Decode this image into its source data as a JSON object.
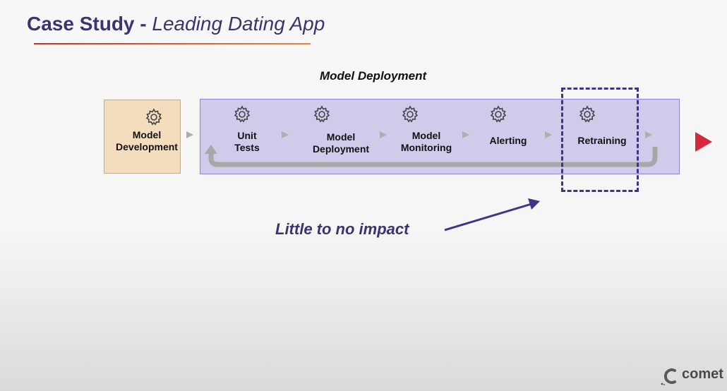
{
  "header": {
    "title_main": "Case Study",
    "title_separator": "-",
    "title_sub": "Leading Dating App",
    "underline_colors": [
      "#c33333",
      "#e08a3a"
    ]
  },
  "diagram": {
    "section_title": "Model Deployment",
    "colors": {
      "development_box": "#f3ddbc",
      "deployment_box": "#cfcceb",
      "loop_arrow": "#a8a8a8",
      "pointer_arrow": "#3d3688",
      "output_arrow": "#d8283f"
    },
    "development_stage": {
      "label": "Model\nDevelopment",
      "icon": "gear-icon"
    },
    "stages": [
      {
        "label": "Unit\nTests",
        "icon": "gear-icon"
      },
      {
        "label": "Model\nDeployment",
        "icon": "gear-icon"
      },
      {
        "label": "Model\nMonitoring",
        "icon": "gear-icon"
      },
      {
        "label": "Alerting",
        "icon": "gear-icon"
      },
      {
        "label": "Retraining",
        "icon": "gear-icon"
      }
    ],
    "highlight": {
      "stage": "Retraining",
      "style": "dashed"
    },
    "callout": {
      "text": "Little to no impact"
    }
  },
  "branding": {
    "logo_text": "comet",
    "logo_icon": "comet-logo-icon"
  }
}
